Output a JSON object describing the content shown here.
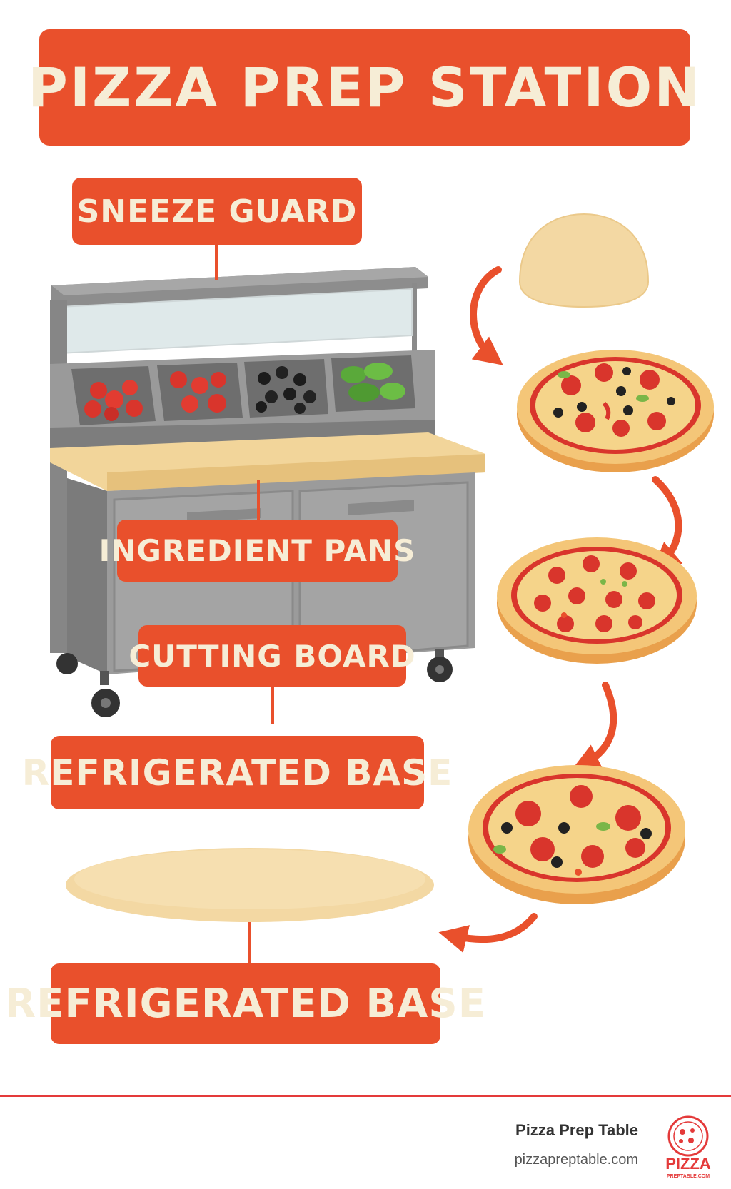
{
  "title": "PIZZA PREP STATION",
  "labels": {
    "sneeze_guard": "SNEEZE GUARD",
    "ingredient_pans": "INGREDIENT PANS",
    "cutting_board": "CUTTING BOARD",
    "refrigerated_base_1": "REFRIGERATED BASE",
    "refrigerated_base_2": "REFRIGERATED BASE"
  },
  "footer": {
    "brand_name": "Pizza Prep Table",
    "brand_url": "pizzapreptable.com",
    "logo_text": "PIZZA",
    "logo_subtext": "PREPTABLE.COM"
  },
  "colors": {
    "accent": "#e9502c",
    "label_text": "#f6edd6",
    "steel": "#8e8e8e",
    "board": "#f2d59a",
    "dough": "#f3d8a3"
  },
  "icons": [
    "prep-table-illustration",
    "dough-ball-icon",
    "pizza-icon",
    "arrow-icon",
    "dough-base-icon",
    "pizza-logo-icon"
  ]
}
